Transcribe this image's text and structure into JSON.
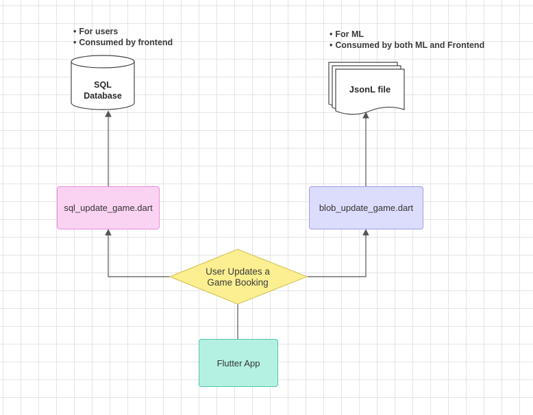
{
  "notes": {
    "sql": [
      "For users",
      "Consumed by frontend"
    ],
    "ml": [
      "For ML",
      "Consumed by both ML and Frontend"
    ]
  },
  "nodes": {
    "sql_database": "SQL Database",
    "jsonl_file": "JsonL file",
    "sql_update": "sql_update_game.dart",
    "blob_update": "blob_update_game.dart",
    "decision": "User Updates a Game Booking",
    "flutter_app": "Flutter App"
  },
  "colors": {
    "sql_update_fill": "#fbd3f2",
    "sql_update_border": "#e98bd9",
    "blob_update_fill": "#dcdcfc",
    "blob_update_border": "#9b9be8",
    "decision_fill": "#fbef91",
    "decision_border": "#d4c45a",
    "flutter_fill": "#b4f1e2",
    "flutter_border": "#4fc7ad",
    "connector": "#555555"
  }
}
